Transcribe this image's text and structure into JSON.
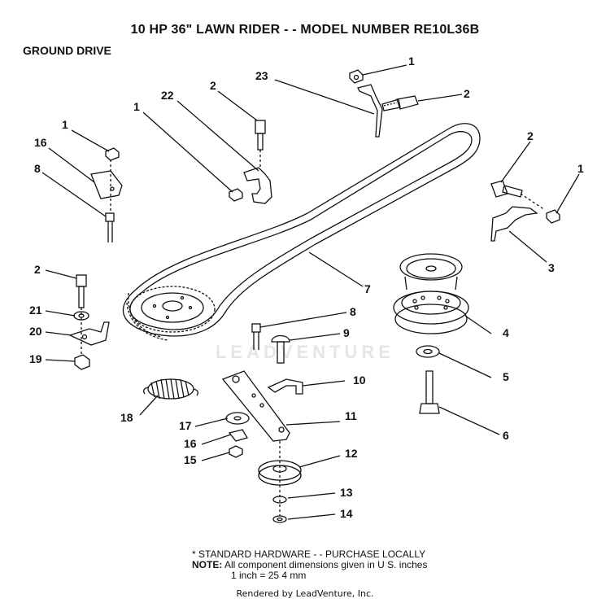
{
  "header": {
    "title": "10 HP 36\" LAWN RIDER - - MODEL NUMBER RE10L36B",
    "subtitle": "GROUND DRIVE"
  },
  "watermark": {
    "text": "LEADVENTURE"
  },
  "callouts": [
    {
      "id": "c1a",
      "label": "1"
    },
    {
      "id": "c2a",
      "label": "2"
    },
    {
      "id": "c23",
      "label": "23"
    },
    {
      "id": "c2b",
      "label": "2"
    },
    {
      "id": "c22",
      "label": "22"
    },
    {
      "id": "c1b",
      "label": "1"
    },
    {
      "id": "c1c",
      "label": "1"
    },
    {
      "id": "c16a",
      "label": "16"
    },
    {
      "id": "c8a",
      "label": "8"
    },
    {
      "id": "c2c",
      "label": "2"
    },
    {
      "id": "c1d",
      "label": "1"
    },
    {
      "id": "c3",
      "label": "3"
    },
    {
      "id": "c7",
      "label": "7"
    },
    {
      "id": "c2d",
      "label": "2"
    },
    {
      "id": "c21",
      "label": "21"
    },
    {
      "id": "c20",
      "label": "20"
    },
    {
      "id": "c19",
      "label": "19"
    },
    {
      "id": "c8b",
      "label": "8"
    },
    {
      "id": "c9",
      "label": "9"
    },
    {
      "id": "c4",
      "label": "4"
    },
    {
      "id": "c5",
      "label": "5"
    },
    {
      "id": "c10",
      "label": "10"
    },
    {
      "id": "c18",
      "label": "18"
    },
    {
      "id": "c17",
      "label": "17"
    },
    {
      "id": "c11",
      "label": "11"
    },
    {
      "id": "c6",
      "label": "6"
    },
    {
      "id": "c16b",
      "label": "16"
    },
    {
      "id": "c15",
      "label": "15"
    },
    {
      "id": "c12",
      "label": "12"
    },
    {
      "id": "c13",
      "label": "13"
    },
    {
      "id": "c14",
      "label": "14"
    }
  ],
  "footer": {
    "standard_hardware": "* STANDARD HARDWARE - - PURCHASE LOCALLY",
    "note_label": "NOTE:",
    "note_text": "All component dimensions given in U S. inches",
    "conversion": "1 inch = 25 4 mm",
    "rendered_by": "Rendered by LeadVenture, Inc."
  }
}
